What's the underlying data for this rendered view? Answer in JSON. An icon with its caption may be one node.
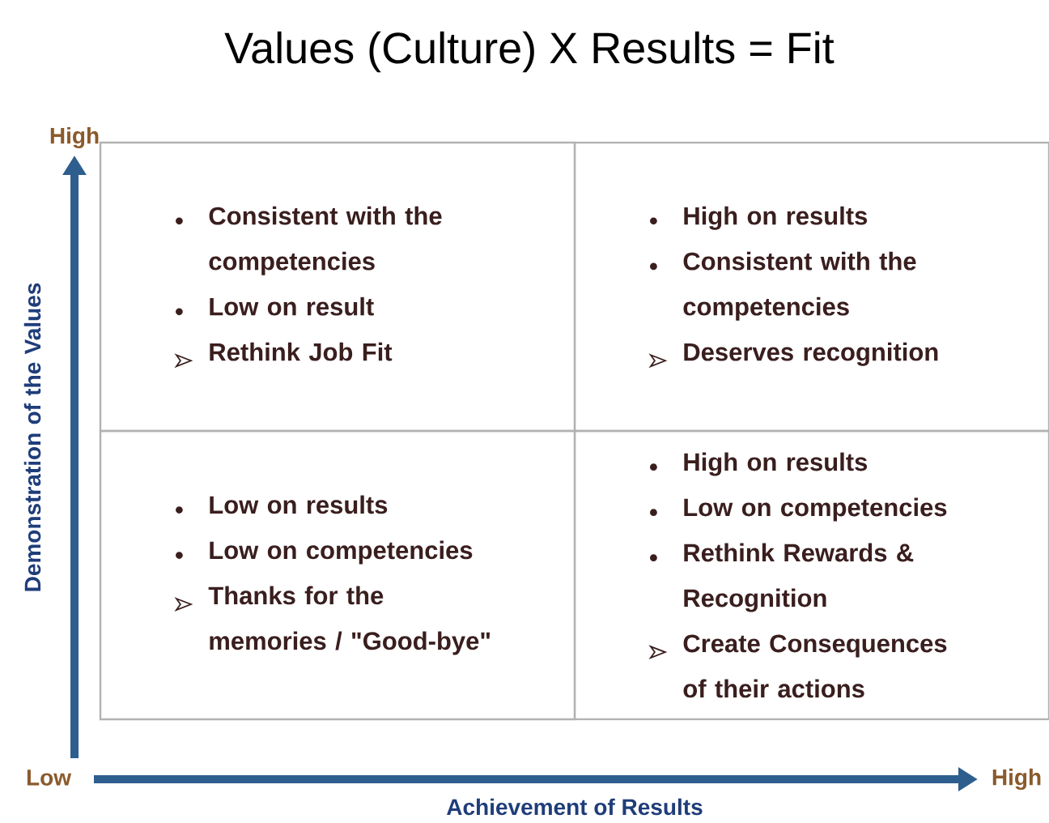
{
  "diagram": {
    "title": "Values (Culture) X Results = Fit",
    "nodes": [
      {
        "text": [
          "Consistent with the competencies",
          "Low on result",
          "Rethink Job Fit"
        ]
      },
      {
        "text": [
          "High on results",
          "Consistent with the competencies",
          "Deserves recognition"
        ]
      },
      {
        "text": [
          "Low on results",
          "Low on competencies",
          "Thanks for the memories / \"Good-bye\""
        ]
      },
      {
        "text": [
          "High on results",
          "Low on competencies",
          "Rethink Rewards & Recognition",
          "Create Consequences of their actions"
        ]
      }
    ],
    "labels": [
      "High",
      "Demonstration of the Values",
      "Low",
      "Achievement of Results",
      "High"
    ]
  }
}
